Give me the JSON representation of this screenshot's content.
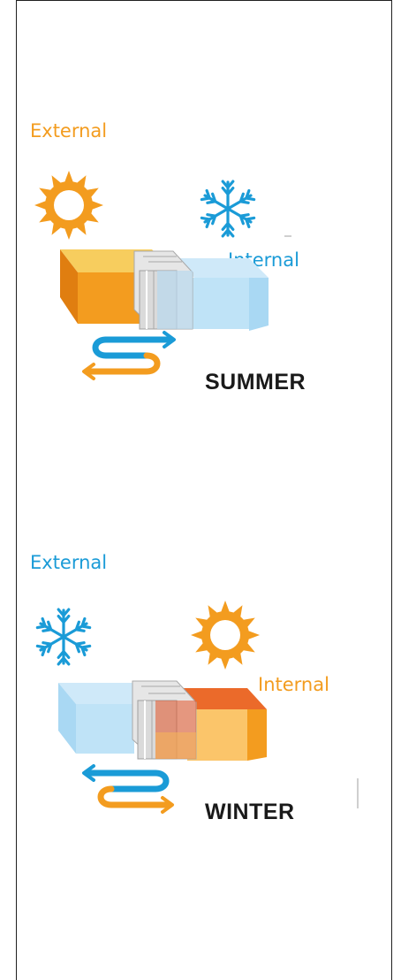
{
  "colors": {
    "orange": "#f39c1f",
    "orange_dark": "#e8820f",
    "blue": "#1a9bd7",
    "light_blue": "#bfe3f7",
    "red_orange": "#e4562a",
    "text": "#1a1a1a"
  },
  "summer": {
    "external_label": "External",
    "internal_label": "Internal",
    "season_label": "SUMMER",
    "external_icon": "sun-icon",
    "internal_icon": "snowflake-icon"
  },
  "winter": {
    "external_label": "External",
    "internal_label": "Internal",
    "season_label": "WINTER",
    "external_icon": "snowflake-icon",
    "internal_icon": "sun-icon"
  }
}
